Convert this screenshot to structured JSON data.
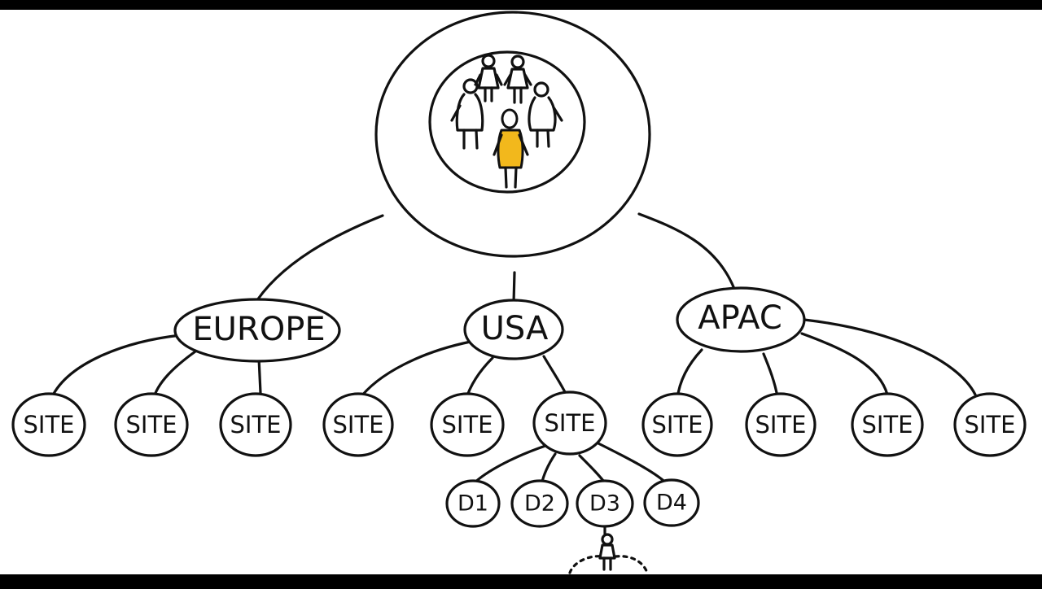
{
  "colors": {
    "background": "#ffffff",
    "frame": "#000000",
    "ink": "#111111",
    "highlight": "#f2b81c"
  },
  "diagram": {
    "root": {
      "icon": "people-group-icon",
      "highlight_icon": "highlighted-person-icon"
    },
    "regions": [
      {
        "label": "EUROPE",
        "sites": [
          "SITE",
          "SITE",
          "SITE"
        ]
      },
      {
        "label": "USA",
        "sites": [
          "SITE",
          "SITE",
          "SITE"
        ],
        "departments": [
          "D1",
          "D2",
          "D3",
          "D4"
        ]
      },
      {
        "label": "APAC",
        "sites": [
          "SITE",
          "SITE",
          "SITE",
          "SITE"
        ]
      }
    ],
    "footer_icon": "small-person-icon"
  }
}
